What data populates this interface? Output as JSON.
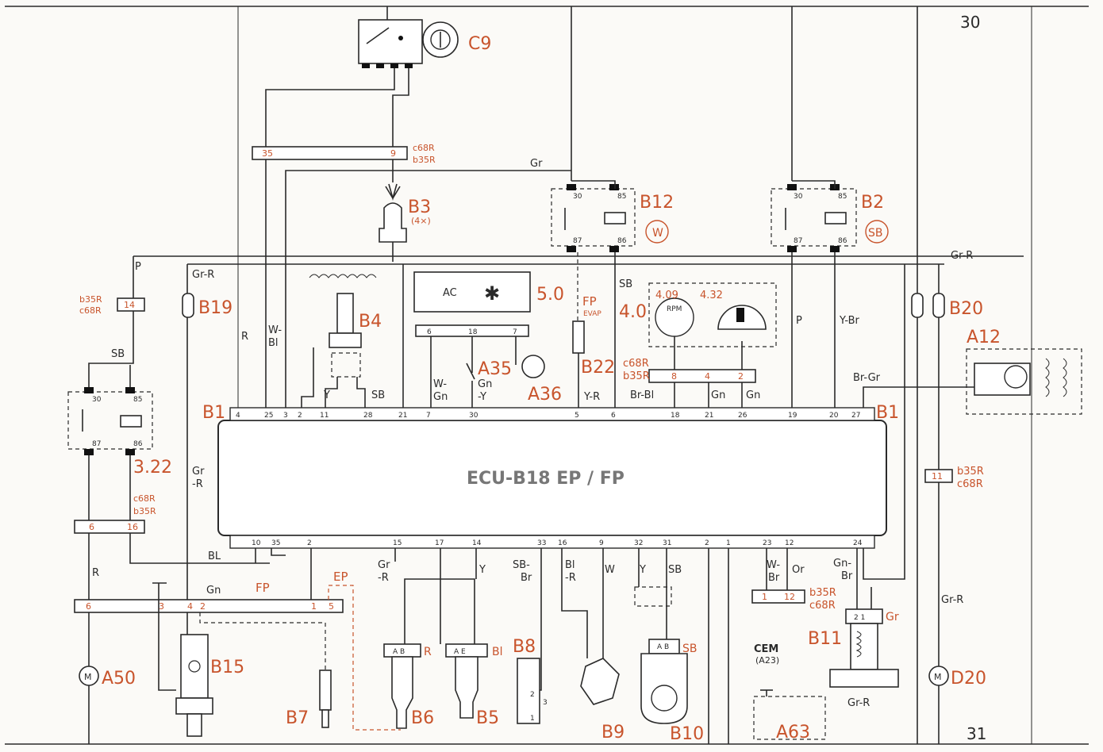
{
  "diagram": {
    "terminals": {
      "top": "30",
      "bottom": "31"
    },
    "ecu": {
      "title": "ECU-B18 EP / FP",
      "left_label": "B1",
      "right_label": "B1"
    },
    "ecu_top_pins": [
      "4",
      "25",
      "3",
      "2",
      "11",
      "28",
      "21",
      "7",
      "30",
      "5",
      "6",
      "18",
      "21",
      "26",
      "19",
      "20",
      "27"
    ],
    "ecu_bottom_pins": [
      "10",
      "35",
      "2",
      "15",
      "17",
      "14",
      "33",
      "16",
      "9",
      "32",
      "31",
      "2",
      "1",
      "23",
      "12",
      "24"
    ],
    "components": {
      "C9": "C9",
      "B3": "B3",
      "B3_note": "(4×)",
      "B12": "B12",
      "B12_code": "W",
      "B2": "B2",
      "B2_code": "SB",
      "B19": "B19",
      "B4": "B4",
      "ac": "AC",
      "ref_50": "5.0",
      "ref_40": "4.0",
      "ref_409": "4.09",
      "ref_432": "4.32",
      "rpm": "RPM",
      "fp_evap": "FP",
      "evap": "EVAP",
      "B20": "B20",
      "A12": "A12",
      "A35": "A35",
      "A36": "A36",
      "B22": "B22",
      "ref_322": "3.22",
      "A50": "A50",
      "B15": "B15",
      "B7": "B7",
      "B6": "B6",
      "B5": "B5",
      "B8": "B8",
      "B9": "B9",
      "B10": "B10",
      "B11": "B11",
      "D20": "D20",
      "A63": "A63",
      "cem": "CEM",
      "cem_sub": "(A23)",
      "ep": "EP",
      "fp": "FP",
      "pin_b10": "B10"
    },
    "connectors": {
      "c68R": "c68R",
      "b35R": "b35R"
    },
    "wire_labels": {
      "Gr": "Gr",
      "P": "P",
      "GrR": "Gr-R",
      "SB": "SB",
      "R": "R",
      "WBl": "W-",
      "Bl": "Bl",
      "Y": "Y",
      "WGn1": "W-",
      "WGn2": "Gn",
      "GnY1": "Gn",
      "GnY2": "-Y",
      "YR": "Y-R",
      "BrBl": "Br-Bl",
      "Gn": "Gn",
      "YBr": "Y-Br",
      "BrGr": "Br-Gr",
      "GrR2a": "Gr",
      "GrR2b": "-R",
      "BL": "BL",
      "SBBr1": "SB-",
      "SBBr2": "Br",
      "BlR1": "Bl",
      "BlR2": "-R",
      "W": "W",
      "WBr1": "W-",
      "WBr2": "Br",
      "Or": "Or",
      "GnBr1": "Gn-",
      "GnBr2": "Br",
      "Rd": "R",
      "Bl2": "Bl",
      "Sb2": "SB",
      "Gr2": "Gr"
    }
  }
}
